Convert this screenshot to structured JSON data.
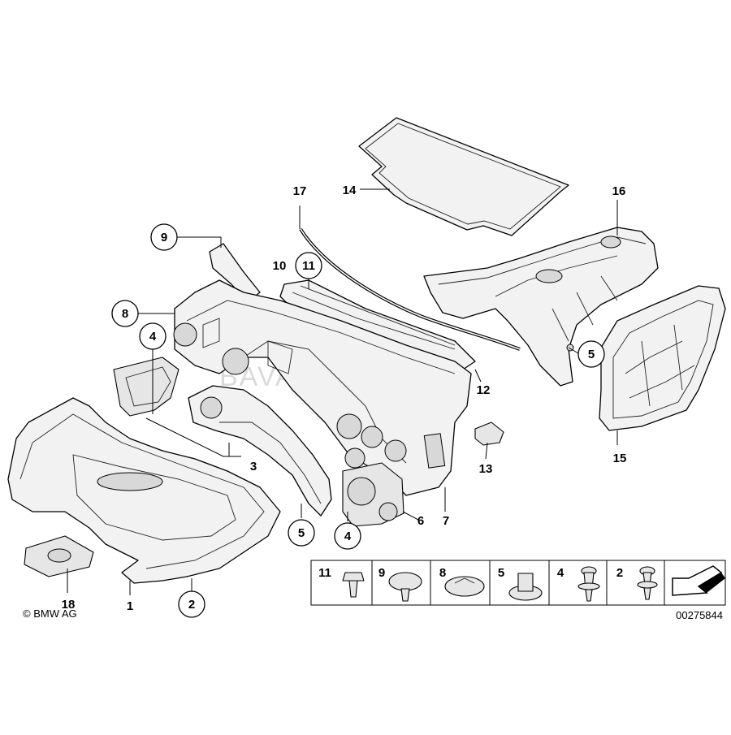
{
  "callouts": {
    "c1": "1",
    "c2": "2",
    "c3": "3",
    "c4a": "4",
    "c4b": "4",
    "c5a": "5",
    "c5b": "5",
    "c6": "6",
    "c7": "7",
    "c8": "8",
    "c9": "9",
    "c10": "10",
    "c11": "11",
    "c12": "12",
    "c13": "13",
    "c14": "14",
    "c15": "15",
    "c16": "16",
    "c17": "17",
    "c18": "18"
  },
  "legend": {
    "items": [
      "11",
      "9",
      "8",
      "5",
      "4",
      "2"
    ]
  },
  "copyright": "© BMW AG",
  "diagram_number": "00275844",
  "watermark": "BAVARIA EURO"
}
